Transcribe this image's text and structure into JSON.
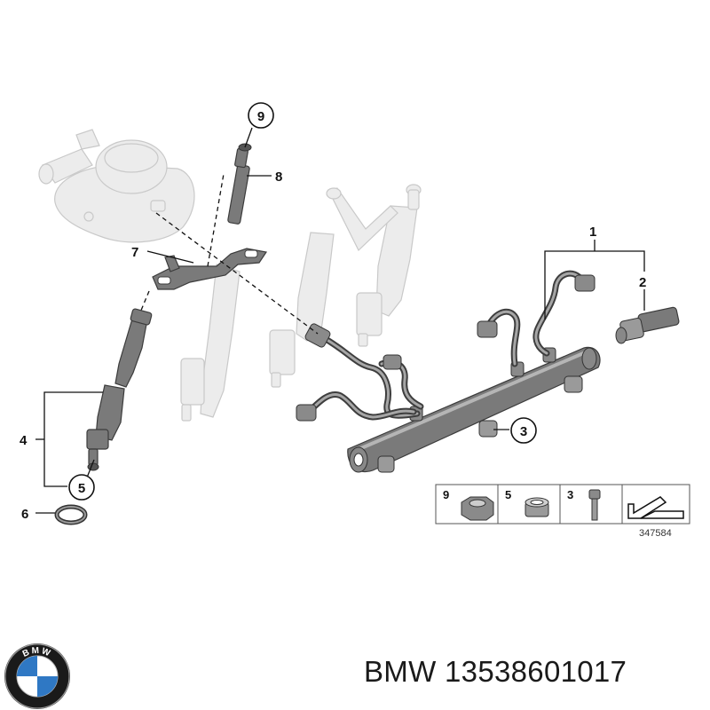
{
  "callouts": {
    "c1": "1",
    "c2": "2",
    "c3": "3",
    "c4": "4",
    "c5": "5",
    "c6": "6",
    "c7": "7",
    "c8": "8",
    "c9": "9"
  },
  "kit_box": {
    "items": [
      {
        "number": "9",
        "icon": "nut-icon"
      },
      {
        "number": "5",
        "icon": "sleeve-ring-icon"
      },
      {
        "number": "3",
        "icon": "bolt-icon"
      },
      {
        "number": "",
        "icon": "arrow-mark-icon"
      }
    ],
    "ref_number": "347584"
  },
  "footer": {
    "brand": "BMW",
    "part_number": "13538601017",
    "logo_letters": "BMW"
  },
  "colors": {
    "ghost_fill": "#ececec",
    "dark_part": "#7a7a7a",
    "line": "#111111",
    "logo_blue": "#2f78c4",
    "logo_ring": "#1a1a1a"
  }
}
